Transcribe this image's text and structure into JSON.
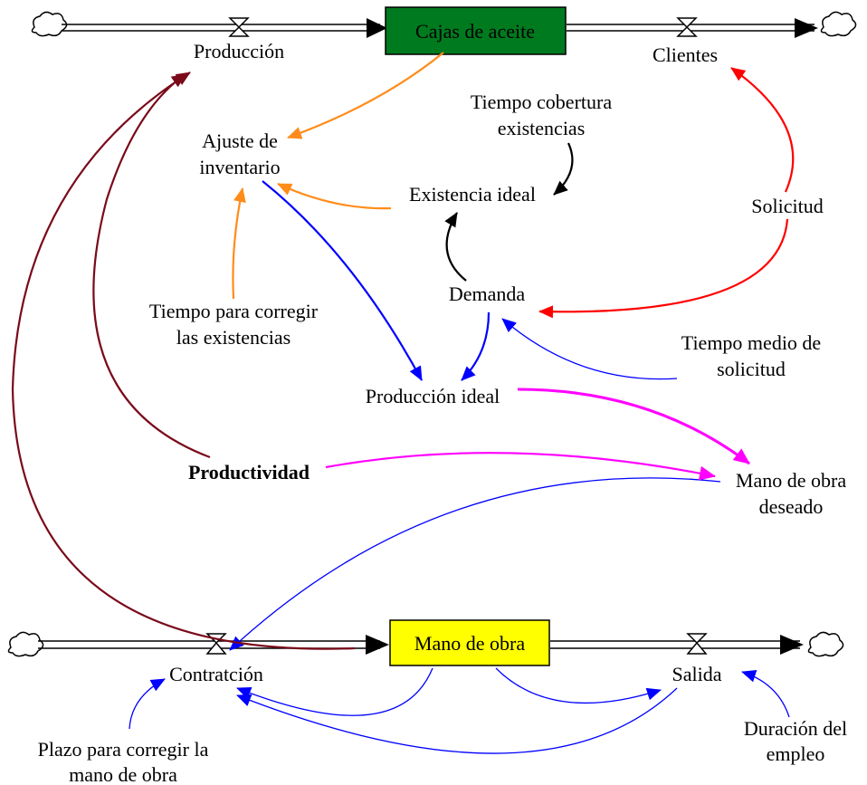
{
  "stocks": {
    "oil_boxes": "Cajas de aceite",
    "workforce": "Mano de obra"
  },
  "flows": {
    "production": "Producción",
    "clients": "Clientes",
    "hiring": "Contratción",
    "exits": "Salida"
  },
  "variables": {
    "inventory_adjustment": [
      "Ajuste de",
      "inventario"
    ],
    "coverage_time": [
      "Tiempo cobertura",
      "existencias"
    ],
    "ideal_stock": "Existencia ideal",
    "demand": "Demanda",
    "correction_time": [
      "Tiempo para corregir",
      "las existencias"
    ],
    "order_rate": "Solicitud",
    "avg_order_time": [
      "Tiempo medio de",
      "solicitud"
    ],
    "ideal_production": "Producción ideal",
    "productivity": "Productividad",
    "desired_workforce": [
      "Mano de obra",
      "deseado"
    ],
    "workforce_correction_time": [
      "Plazo para corregir la",
      "mano de obra"
    ],
    "employment_duration": [
      "Duración del",
      "empleo"
    ]
  },
  "colors": {
    "oil_boxes_fill": "#007a1f",
    "workforce_fill": "#ffff00",
    "orange": "#ff8c1a",
    "red": "#ff0000",
    "blue": "#0000ff",
    "magenta": "#ff00ff",
    "maroon": "#7a0a1a",
    "black": "#000000"
  }
}
